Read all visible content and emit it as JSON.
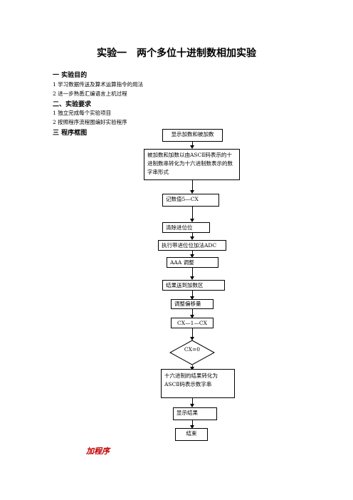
{
  "title": "实验一　两个多位十进制数相加实验",
  "sections": [
    {
      "heading": "一  实验目的",
      "items": [
        "1 学习数据传送及算术运算指令的用法",
        "2  进一步熟悉汇编语言上机过程"
      ]
    },
    {
      "heading": "二、实验要求",
      "items": [
        "1  独立完成每个实验项目",
        "2  按照程序流程图编好实验程序"
      ]
    },
    {
      "heading": "三  程序框图",
      "items": []
    }
  ],
  "flowchart": {
    "steps": [
      "显示加数和被加数",
      "被加数和加数以由ASCⅡ码表示的十进制数串转化为十六进制数表示的数字串形式",
      "记数值5—CX",
      "清除进位位",
      "执行带进位位加法ADC",
      "AAA 调整",
      "结果送到加数区",
      "调整偏移量",
      "CX—1—CX",
      "CX=0",
      "十六进制的结果转化为ASCⅡ码表示数字串",
      "显示结果",
      "结束"
    ]
  },
  "footer_link": "加程序"
}
